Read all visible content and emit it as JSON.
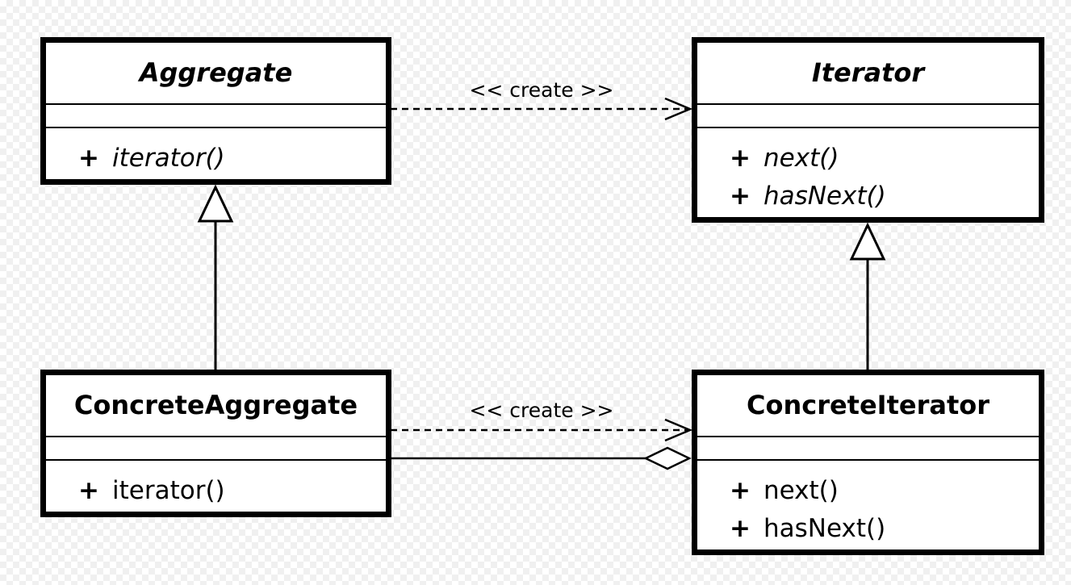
{
  "classes": {
    "aggregate": {
      "name": "Aggregate",
      "ops": [
        {
          "vis": "+",
          "sig": "iterator()"
        }
      ]
    },
    "iterator": {
      "name": "Iterator",
      "ops": [
        {
          "vis": "+",
          "sig": "next()"
        },
        {
          "vis": "+",
          "sig": "hasNext()"
        }
      ]
    },
    "concrete_aggregate": {
      "name": "ConcreteAggregate",
      "ops": [
        {
          "vis": "+",
          "sig": "iterator()"
        }
      ]
    },
    "concrete_iterator": {
      "name": "ConcreteIterator",
      "ops": [
        {
          "vis": "+",
          "sig": "next()"
        },
        {
          "vis": "+",
          "sig": "hasNext()"
        }
      ]
    }
  },
  "relations": {
    "create_top": "<< create >>",
    "create_bottom": "<< create >>"
  }
}
